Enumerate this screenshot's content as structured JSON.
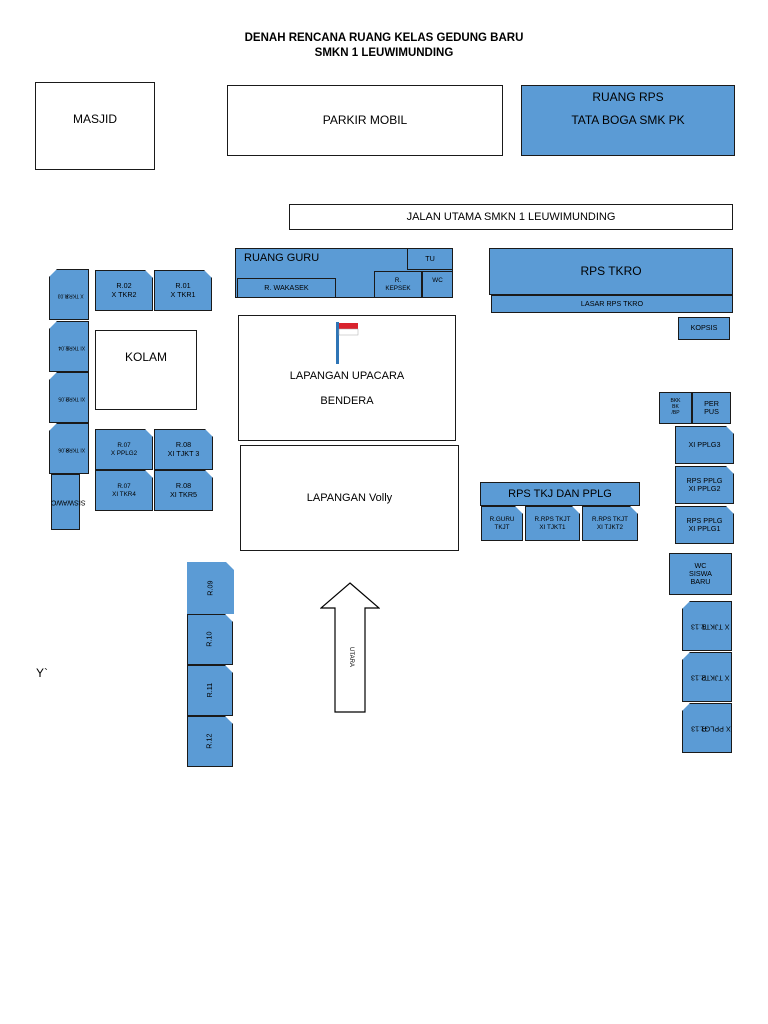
{
  "header": {
    "line1": "DENAH RENCANA RUANG KELAS GEDUNG BARU",
    "line2": "SMKN 1 LEUWIMUNDING"
  },
  "top": {
    "masjid": "MASJID",
    "parkir": "PARKIR MOBIL",
    "rps_line1": "RUANG RPS",
    "rps_line2": "TATA BOGA SMK PK",
    "jalan": "JALAN UTAMA SMKN 1 LEUWIMUNDING"
  },
  "office": {
    "guru": "RUANG GURU",
    "tu": "TU",
    "wakasek": "R. WAKASEK",
    "kepsek_l1": "R.",
    "kepsek_l2": "KEPSEK",
    "wc": "WC"
  },
  "tkro": {
    "main": "RPS TKRO",
    "lasar": "LASAR RPS TKRO",
    "kopsis": "KOPSIS"
  },
  "left_column": [
    {
      "l1": "R.03",
      "l2": "X TKR3"
    },
    {
      "l1": "R.04",
      "l2": "XI TKR1"
    },
    {
      "l1": "R.05",
      "l2": "XI TKR2"
    },
    {
      "l1": "R.06",
      "l2": "XI TKR3"
    },
    {
      "l1": "WC",
      "l2": "SISWA"
    }
  ],
  "upper_rooms": [
    {
      "l1": "R.02",
      "l2": "X TKR2"
    },
    {
      "l1": "R.01",
      "l2": "X TKR1"
    }
  ],
  "kolam": "KOLAM",
  "mid_rooms": [
    {
      "l1": "R.07",
      "l2": "X  PPLG2"
    },
    {
      "l1": "R.08",
      "l2": "XI TJKT 3"
    },
    {
      "l1": "R.07",
      "l2": "XI TKR4"
    },
    {
      "l1": "R.08",
      "l2": "XI TKR5"
    }
  ],
  "field": {
    "upacara_l1": "LAPANGAN UPACARA",
    "upacara_l2": "BENDERA",
    "volly": "LAPANGAN Volly"
  },
  "flag_colors": {
    "red": "#d9232d",
    "white": "#ffffff",
    "pole": "#2e75b6"
  },
  "tkj": {
    "main": "RPS TKJ DAN PPLG",
    "rooms": [
      {
        "l1": "R.GURU",
        "l2": "TKJT"
      },
      {
        "l1": "R.RPS TKJT",
        "l2": "XI TJKT1"
      },
      {
        "l1": "R.RPS TKJT",
        "l2": "XI TJKT2"
      }
    ]
  },
  "right_small": {
    "bkk_l1": "BKK",
    "bkk_l2": "BK",
    "bkk_l3": "/BP",
    "perpus_l1": "PER",
    "perpus_l2": "PUS"
  },
  "right_column": [
    {
      "l1": "XI PPLG3",
      "l2": ""
    },
    {
      "l1": "RPS PPLG",
      "l2": "XI PPLG2"
    },
    {
      "l1": "RPS PPLG",
      "l2": "XI PPLG1"
    },
    {
      "l1": "WC",
      "l2": "SISWA",
      "l3": "BARU"
    }
  ],
  "left_lower": [
    "R.09",
    "R.10",
    "R.11",
    "R.12"
  ],
  "right_lower": [
    {
      "l1": "R.13",
      "l2": "X TJKT1"
    },
    {
      "l1": "R.13",
      "l2": "X TJKT2"
    },
    {
      "l1": "R.13",
      "l2": "X PPLG1"
    }
  ],
  "arrow_label": "UTARA",
  "stray_text": "Y`",
  "colors": {
    "room_blue": "#5b9bd5",
    "outline": "#1a1a1a"
  }
}
